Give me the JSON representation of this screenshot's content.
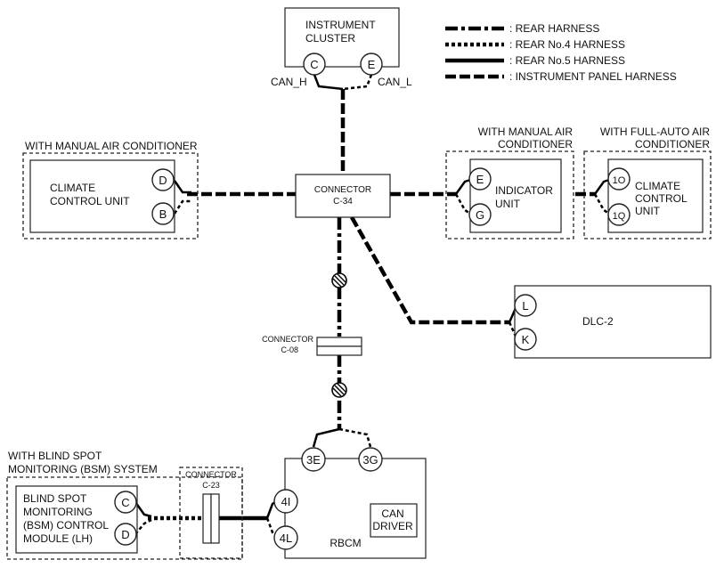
{
  "legend": {
    "items": [
      {
        "label": ": REAR HARNESS"
      },
      {
        "label": ": REAR No.4 HARNESS"
      },
      {
        "label": ": REAR No.5 HARNESS"
      },
      {
        "label": ": INSTRUMENT PANEL HARNESS"
      }
    ]
  },
  "instrument_cluster": {
    "line1": "INSTRUMENT",
    "line2": "CLUSTER",
    "pins": [
      "C",
      "E"
    ],
    "signals": [
      "CAN_H",
      "CAN_L"
    ]
  },
  "climate_manual": {
    "caption": "WITH MANUAL AIR CONDITIONER",
    "line1": "CLIMATE",
    "line2": "CONTROL UNIT",
    "pins": [
      "D",
      "B"
    ]
  },
  "connector_c34": {
    "line1": "CONNECTOR",
    "line2": "C-34"
  },
  "indicator": {
    "caption1": "WITH MANUAL AIR",
    "caption2": "CONDITIONER",
    "line1": "INDICATOR",
    "line2": "UNIT",
    "pins": [
      "E",
      "G"
    ]
  },
  "climate_full_auto": {
    "caption1": "WITH FULL-AUTO AIR",
    "caption2": "CONDITIONER",
    "line1": "CLIMATE",
    "line2": "CONTROL",
    "line3": "UNIT",
    "pins": [
      "1O",
      "1Q"
    ]
  },
  "dlc": {
    "label": "DLC-2",
    "pins": [
      "L",
      "K"
    ]
  },
  "connector_c08": {
    "line1": "CONNECTOR",
    "line2": "C-08"
  },
  "bsm": {
    "caption1": "WITH BLIND SPOT",
    "caption2": "MONITORING (BSM) SYSTEM",
    "line1": "BLIND SPOT",
    "line2": "MONITORING",
    "line3": "(BSM) CONTROL",
    "line4": "MODULE (LH)",
    "pins": [
      "C",
      "D"
    ]
  },
  "connector_c23": {
    "line1": "CONNECTOR",
    "line2": "C-23"
  },
  "rbcm": {
    "label": "RBCM",
    "can_driver_line1": "CAN",
    "can_driver_line2": "DRIVER",
    "pins_top": [
      "3E",
      "3G"
    ],
    "pins_left": [
      "4I",
      "4L"
    ]
  },
  "colors": {
    "line": "#000000",
    "box_stroke": "#222222",
    "background": "#ffffff"
  }
}
